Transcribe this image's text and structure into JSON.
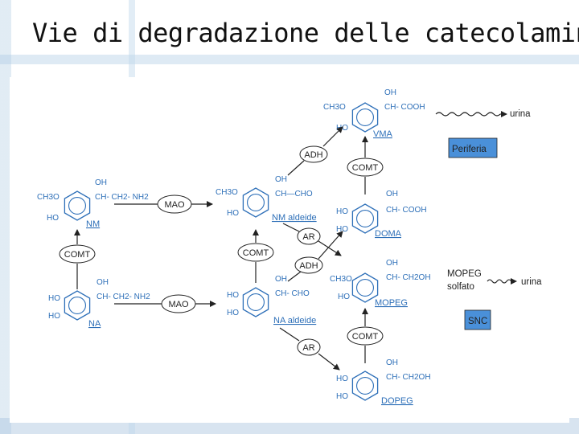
{
  "title": "Vie di degradazione delle catecolamine",
  "colors": {
    "molecule_blue": "#2d6fb8",
    "box_blue": "#4a90d9",
    "line": "#222222"
  },
  "molecules": {
    "nm": {
      "r3": "CH3O",
      "r4": "HO",
      "oh": "OH",
      "chain": "CH- CH2- NH2",
      "name": "NM"
    },
    "na": {
      "r3": "HO",
      "r4": "HO",
      "oh": "OH",
      "chain": "CH- CH2- NH2",
      "name": "NA"
    },
    "nm_aldeide": {
      "r3": "CH3O",
      "r4": "HO",
      "oh": "OH",
      "chain": "CH—CHO",
      "name": "NM aldeide"
    },
    "na_aldeide": {
      "r3": "HO",
      "r4": "HO",
      "oh": "OH",
      "chain": "CH- CHO",
      "name": "NA aldeide"
    },
    "vma": {
      "r3": "CH3O",
      "r4": "HO",
      "oh": "OH",
      "chain": "CH- COOH",
      "name": "VMA"
    },
    "doma": {
      "r3": "HO",
      "r4": "HO",
      "oh": "OH",
      "chain": "CH- COOH",
      "name": "DOMA"
    },
    "mopeg": {
      "r3": "CH3O",
      "r4": "HO",
      "oh": "OH",
      "chain": "CH- CH2OH",
      "name": "MOPEG"
    },
    "dopeg": {
      "r3": "HO",
      "r4": "HO",
      "oh": "OH",
      "chain": "CH- CH2OH",
      "name": "DOPEG"
    }
  },
  "enzymes": {
    "mao_top": "MAO",
    "mao_bottom": "MAO",
    "comt_left": "COMT",
    "comt_mid": "COMT",
    "comt_vma": "COMT",
    "comt_dopeg": "COMT",
    "adh_top": "ADH",
    "adh_mid": "ADH",
    "ar_mid": "AR",
    "ar_bottom": "AR"
  },
  "excretion": {
    "urina_top": "urina",
    "urina_bottom": "urina",
    "mopeg_solfato_line1": "MOPEG",
    "mopeg_solfato_line2": "solfato"
  },
  "compartments": {
    "periferia": "Periferia",
    "snc": "SNC"
  }
}
